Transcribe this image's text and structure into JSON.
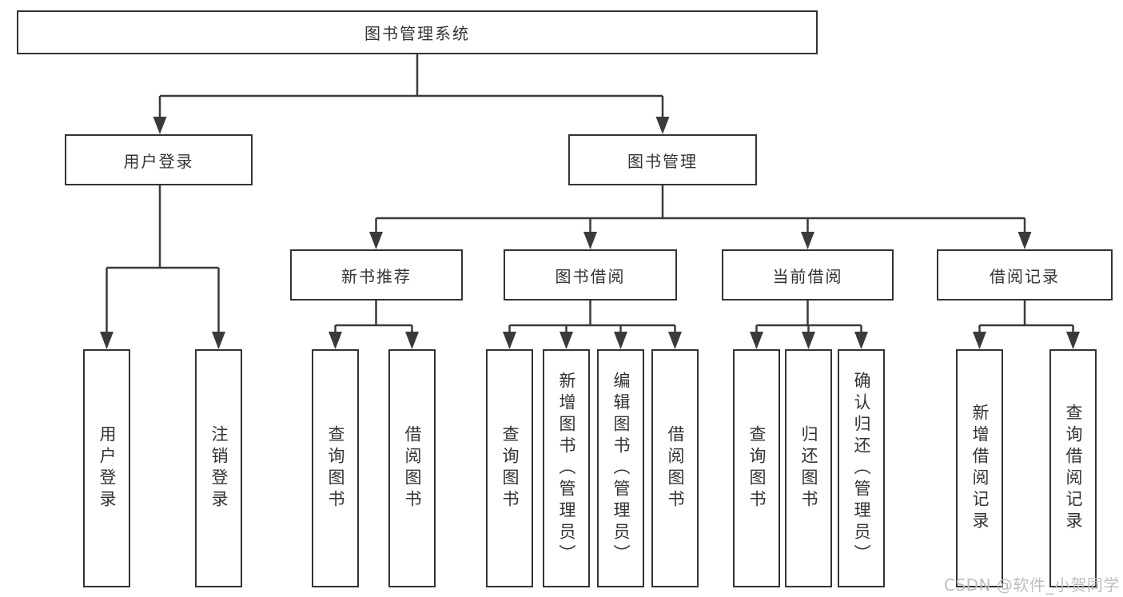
{
  "tree": {
    "root": "图书管理系统",
    "branches": [
      {
        "label": "用户登录",
        "children": [
          "用户登录",
          "注销登录"
        ]
      },
      {
        "label": "图书管理",
        "sections": [
          {
            "label": "新书推荐",
            "children": [
              "查询图书",
              "借阅图书"
            ]
          },
          {
            "label": "图书借阅",
            "children": [
              "查询图书",
              "新增图书（管理员）",
              "编辑图书（管理员）",
              "借阅图书"
            ]
          },
          {
            "label": "当前借阅",
            "children": [
              "查询图书",
              "归还图书",
              "确认归还（管理员）"
            ]
          },
          {
            "label": "借阅记录",
            "children": [
              "新增借阅记录",
              "查询借阅记录"
            ]
          }
        ]
      }
    ]
  },
  "watermark": "CSDN @软件_小贺同学",
  "colors": {
    "line": "#3a3a3a",
    "border": "#333333",
    "text": "#333333",
    "watermark": "#bdbdbd",
    "background": "#ffffff"
  }
}
